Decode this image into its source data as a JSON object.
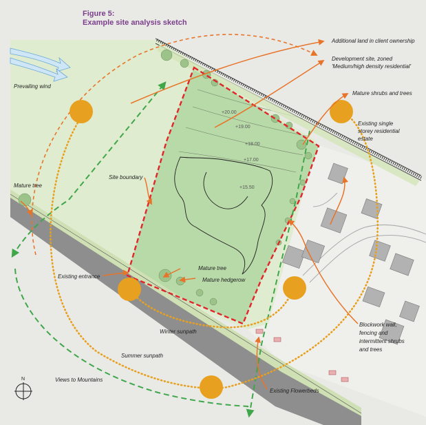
{
  "figure": {
    "number": "Figure 5:",
    "title": "Example site analysis sketch"
  },
  "labels": {
    "additional_land": "Additional land in client ownership",
    "development_site_1": "Development site, zoned",
    "development_site_2": "'Medium/high density residential'",
    "mature_shrubs": "Mature shrubs and trees",
    "existing_estate_1": "Existing single",
    "existing_estate_2": "storey residential",
    "existing_estate_3": "estate",
    "prevailing_wind": "Prevailing wind",
    "site_boundary": "Site boundary",
    "mature_tree_left": "Mature tree",
    "mature_tree_site": "Mature tree",
    "mature_hedgerow": "Mature hedgerow",
    "existing_entrance": "Existing entrance",
    "blockwork_1": "Blockwork wall,",
    "blockwork_2": "fencing and",
    "blockwork_3": "intermittent shrubs",
    "blockwork_4": "and trees",
    "winter_sunpath": "Winter sunpath",
    "summer_sunpath": "Summer sunpath",
    "views": "Views to Mountains",
    "existing_flowerbeds": "Existing Flowerbeds",
    "north": "N"
  },
  "contours": [
    "+20.00",
    "+19.00",
    "+18.00",
    "+17.00",
    "+15.50"
  ],
  "colors": {
    "background": "#e9eae6",
    "field": "#dfeccf",
    "site": "#b8d9a8",
    "road": "#8e8e8e",
    "verge": "#cfe0b4",
    "boundary": "#e0262a",
    "annotation": "#e8742a",
    "sun": "#e8a020",
    "sunpath": "#e8a020",
    "views": "#3fa64a",
    "wind": "#a9d2ee",
    "title": "#7b3f8c"
  }
}
